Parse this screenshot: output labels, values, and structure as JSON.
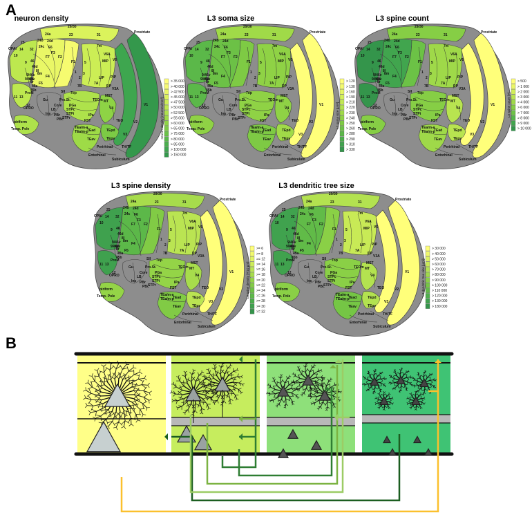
{
  "panel_a": {
    "letter": "A",
    "maps": [
      {
        "id": "neuron-density",
        "title": "neuron density",
        "legend_axis_label": "neuron density [neurons/mm²]",
        "legend_items": [
          "> 35 000",
          "> 40 000",
          "> 42 500",
          "> 45 000",
          "> 47 500",
          "> 50 000",
          "> 52 500",
          "> 55 000",
          "> 60 000",
          "> 65 000",
          "> 75 000",
          "> 80 000",
          "> 85 000",
          "> 100 000",
          "> 150 000"
        ],
        "legend_colors": [
          "#ffff7a",
          "#f6fb70",
          "#e9f766",
          "#dbf35c",
          "#ccee55",
          "#bde84f",
          "#aee24b",
          "#9edb47",
          "#8ed345",
          "#7ccb45",
          "#6ac347",
          "#58ba4a",
          "#4ab04d",
          "#3ea64f",
          "#34984c"
        ]
      },
      {
        "id": "l3-soma-size",
        "title": "L3 soma size",
        "legend_axis_label": "L3 soma size [μm²]",
        "legend_items": [
          "> 120",
          "> 130",
          "> 160",
          "> 190",
          "> 210",
          "> 220",
          "> 230",
          "> 240",
          "> 250",
          "> 260",
          "> 280",
          "> 290",
          "> 310",
          "> 330"
        ],
        "legend_colors": [
          "#ffff7a",
          "#f3fa6e",
          "#e4f564",
          "#d3ef5a",
          "#c2e853",
          "#b1e14d",
          "#a0da48",
          "#8fd245",
          "#7eca44",
          "#6cc146",
          "#5bb849",
          "#4cae4c",
          "#40a34e",
          "#35964c"
        ]
      },
      {
        "id": "l3-spine-count",
        "title": "L3 spine count",
        "legend_axis_label": "L3 spine count [#]",
        "legend_items": [
          "> 500",
          "> 1 000",
          "> 2 000",
          "> 3 000",
          "> 4 000",
          "> 6 000",
          "> 7 000",
          "> 8 000",
          "> 9 000",
          "> 10 000"
        ],
        "legend_colors": [
          "#ffff7a",
          "#eaf767",
          "#d1ee5a",
          "#b8e450",
          "#9fd949",
          "#86ce45",
          "#6cc246",
          "#54b64a",
          "#41a54e",
          "#34954b"
        ]
      },
      {
        "id": "l3-spine-density",
        "title": "L3 spine density",
        "legend_axis_label": "L3 spine density [#/10 μm]",
        "legend_items": [
          ">= 6",
          ">= 8",
          ">= 12",
          ">= 14",
          ">= 16",
          ">= 18",
          ">= 20",
          ">= 22",
          ">= 24",
          ">= 26",
          ">= 28",
          ">= 30",
          ">= 32"
        ],
        "legend_colors": [
          "#ffff7a",
          "#f1f96d",
          "#e0f362",
          "#cdec59",
          "#bae452",
          "#a7dc4c",
          "#94d447",
          "#81cb45",
          "#6ec146",
          "#5cb849",
          "#4cad4c",
          "#3fa14e",
          "#35944b"
        ]
      },
      {
        "id": "l3-dendritic-tree-size",
        "title": "L3 dendritic tree size",
        "legend_axis_label": "L3 dendritic tree size [μm²]",
        "legend_items": [
          "> 30 000",
          "> 40 000",
          "> 50 000",
          "> 60 000",
          "> 70 000",
          "> 80 000",
          "> 90 000",
          "> 100 000",
          "> 110 000",
          "> 120 000",
          "> 130 000",
          "> 180 000"
        ],
        "legend_colors": [
          "#ffff7a",
          "#eff86b",
          "#dcf15f",
          "#c8ea56",
          "#b3e250",
          "#9fd94a",
          "#8ad046",
          "#75c645",
          "#61bb48",
          "#4faf4c",
          "#40a24e",
          "#34944b"
        ]
      }
    ],
    "area_labels": [
      "29/30",
      "24a",
      "23",
      "31",
      "Prostriate",
      "25",
      "24b",
      "24d",
      "7m",
      "OPAI",
      "14",
      "32",
      "24c",
      "F6",
      "V6A",
      "F3",
      "F7",
      "F2",
      "MIP",
      "10",
      "F1",
      "V6",
      "F5",
      "F4",
      "LIP",
      "PIP",
      "9/46v",
      "7A",
      "DP",
      "V3A",
      "13",
      "MST",
      "ProM",
      "MT",
      "V1",
      "V2",
      "V4",
      "TEO",
      "piriform",
      "Temp. Pole",
      "TEad",
      "TEav",
      "TEpd",
      "TEpv",
      "TH/TF",
      "Perirhinal",
      "Entorhinal",
      "Subiculum",
      "OPRO",
      "Ins",
      "Gu",
      "SII",
      "V3",
      "12",
      "11",
      "45a",
      "45b",
      "46d",
      "46v",
      "8l",
      "8m",
      "8r",
      "9/46d",
      "7B",
      "7op",
      "PGa",
      "STPc",
      "STPi",
      "STPr",
      "IPa",
      "FST",
      "TEOm",
      "TEa/m-a",
      "TEa/m-p",
      "Pro.St.",
      "Core",
      "LB",
      "PBr",
      "PBc",
      "1",
      "2",
      "3",
      "5",
      "9",
      "46"
    ]
  },
  "panel_b": {
    "letter": "B",
    "column_colors": [
      "#ffff88",
      "#c6ed5e",
      "#8ee07a",
      "#3fc374"
    ],
    "arrow_colors": [
      "#2e7d32",
      "#7cb342",
      "#9ccc65",
      "#fbc02d",
      "#1b5e20"
    ]
  }
}
